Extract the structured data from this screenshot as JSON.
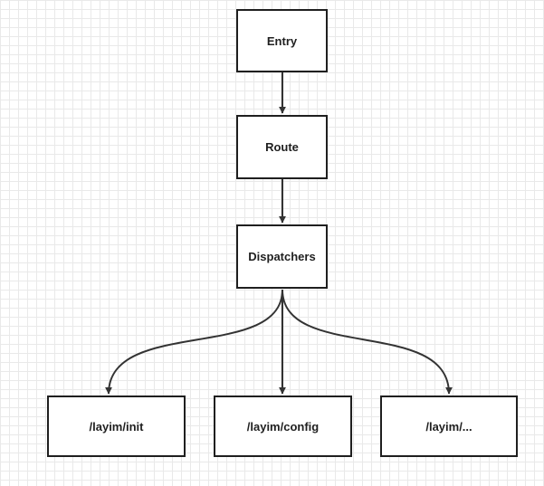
{
  "nodes": {
    "entry": "Entry",
    "route": "Route",
    "dispatchers": "Dispatchers",
    "init": "/layim/init",
    "config": "/layim/config",
    "more": "/layim/..."
  },
  "edges": [
    {
      "from": "entry",
      "to": "route"
    },
    {
      "from": "route",
      "to": "dispatchers"
    },
    {
      "from": "dispatchers",
      "to": "init"
    },
    {
      "from": "dispatchers",
      "to": "config"
    },
    {
      "from": "dispatchers",
      "to": "more"
    }
  ],
  "colors": {
    "stroke": "#333333",
    "grid": "#e9e9e9",
    "background": "#ffffff"
  }
}
